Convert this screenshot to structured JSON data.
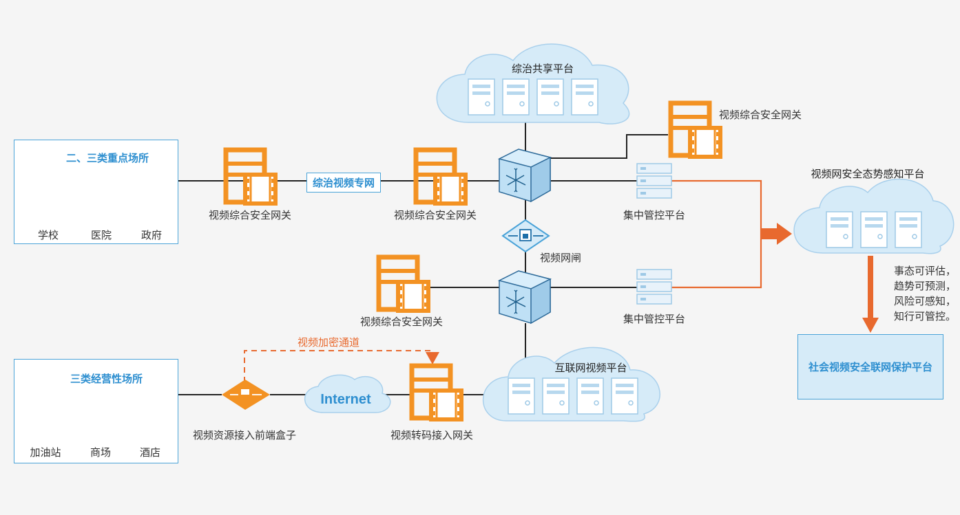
{
  "clouds": {
    "top": "综治共享平台",
    "internet_platform": "互联网视频平台",
    "internet": "Internet",
    "situation": "视频网安全态势感知平台"
  },
  "boxes": {
    "key_places": {
      "title": "二、三类重点场所",
      "items": [
        "学校",
        "医院",
        "政府"
      ]
    },
    "business_places": {
      "title": "三类经营性场所",
      "items": [
        "加油站",
        "商场",
        "酒店"
      ]
    }
  },
  "tags": {
    "dedicated_net": "综治视频专网"
  },
  "labels": {
    "gateway_1": "视频综合安全网关",
    "gateway_2": "视频综合安全网关",
    "gateway_top_right": "视频综合安全网关",
    "gateway_mid": "视频综合安全网关",
    "control_1": "集中管控平台",
    "control_2": "集中管控平台",
    "gatekeeper": "视频网闸",
    "encrypted_channel": "视频加密通道",
    "front_box": "视频资源接入前端盒子",
    "transcode_gateway": "视频转码接入网关"
  },
  "evaluation": [
    "事态可评估，",
    "趋势可预测，",
    "风险可感知，",
    "知行可管控。"
  ],
  "protection_platform": "社会视频安全联网保护平台",
  "colors": {
    "orange": "#f39223",
    "blue": "#4aa3d8",
    "cloud": "#d6ebf8",
    "arrow": "#e8692e"
  }
}
